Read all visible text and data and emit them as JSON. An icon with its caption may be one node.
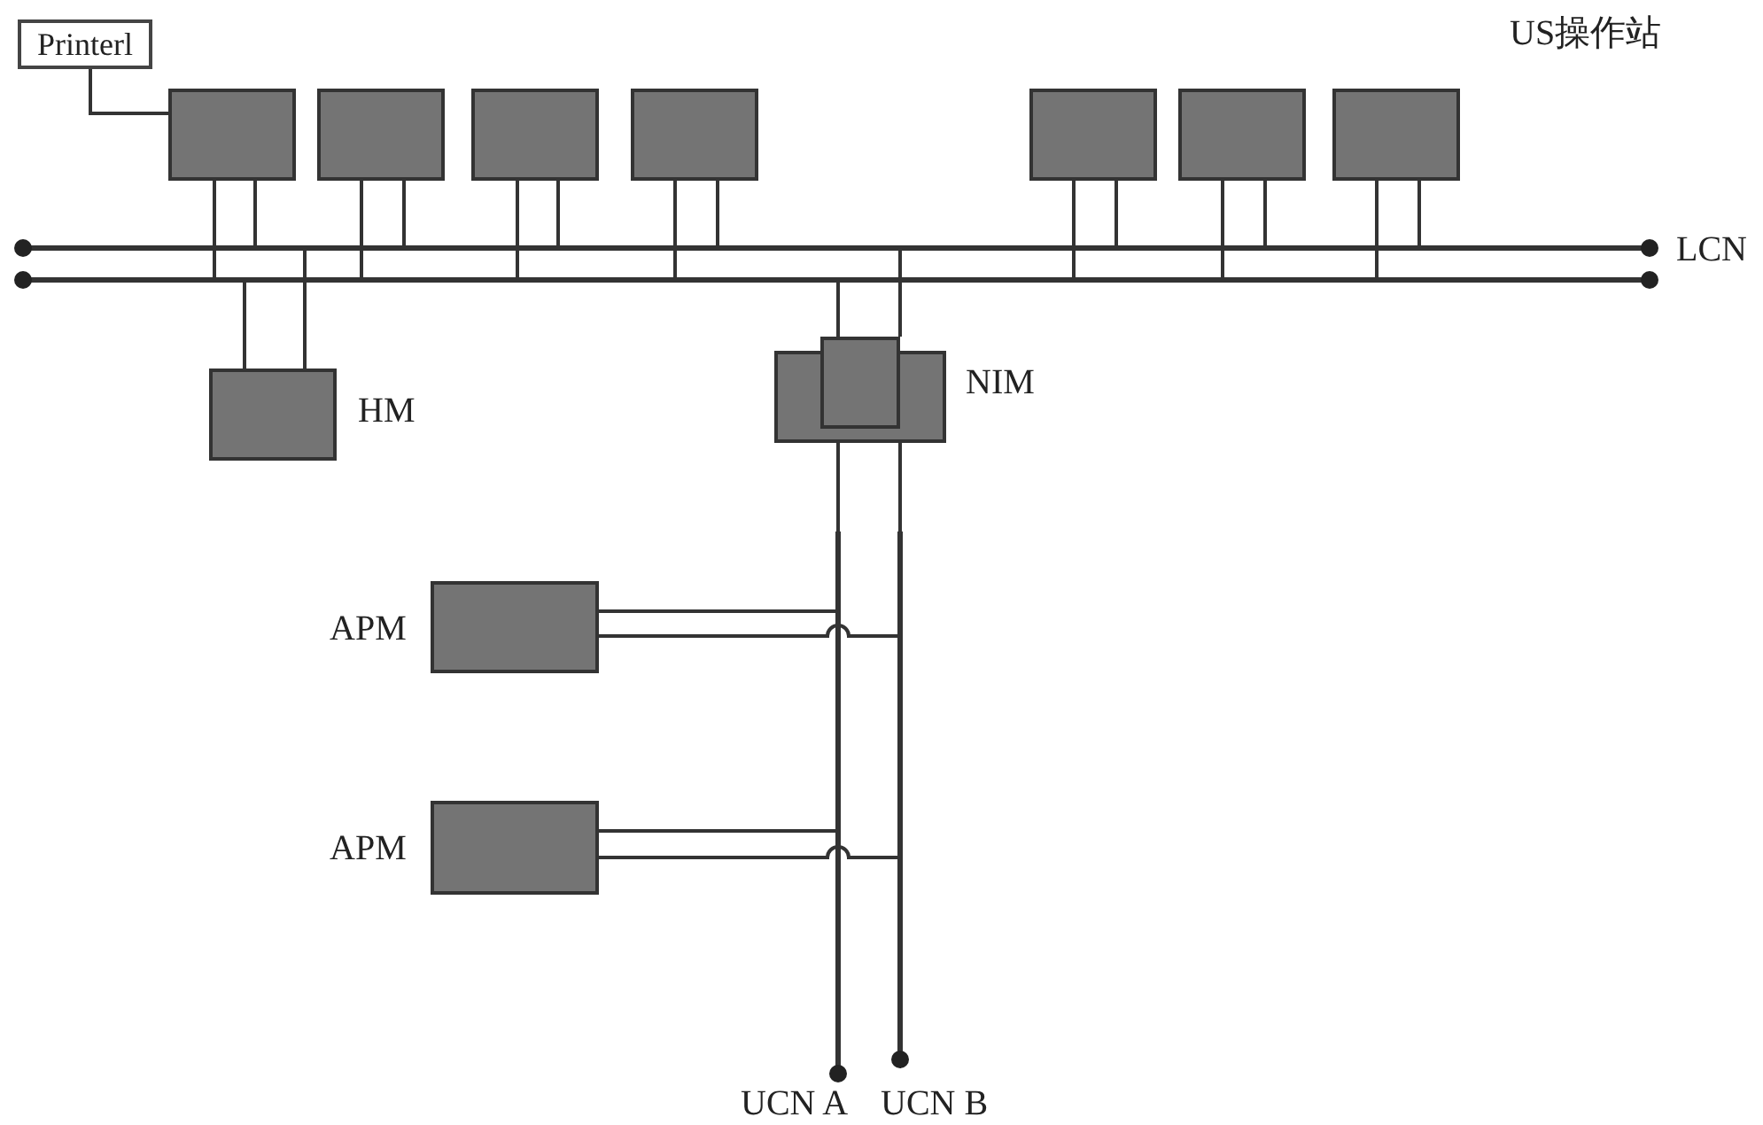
{
  "diagram": {
    "nodes": [
      {
        "text": [
          "Printerl"
        ]
      },
      {
        "text": [],
        "shape": "box"
      },
      {
        "text": [],
        "shape": "box"
      },
      {
        "text": [],
        "shape": "box"
      },
      {
        "text": [],
        "shape": "box"
      },
      {
        "text": [],
        "shape": "box"
      },
      {
        "text": [],
        "shape": "box"
      },
      {
        "text": [],
        "shape": "box"
      },
      {
        "text": [
          "HM"
        ]
      },
      {
        "text": [
          "NIM"
        ]
      },
      {
        "text": [
          "APM"
        ]
      },
      {
        "text": [
          "APM"
        ]
      },
      {
        "text": [],
        "shape": "bar",
        "beside": [
          "LCN"
        ]
      },
      {
        "text": [],
        "shape": "bar"
      },
      {
        "text": [],
        "shape": "bar",
        "beside": [
          "UCN A"
        ]
      },
      {
        "text": [],
        "shape": "bar",
        "beside": [
          "UCN B"
        ]
      }
    ],
    "edges": [
      {
        "from": 0,
        "to": 1,
        "arrow": "none"
      },
      {
        "from": 1,
        "to": 13,
        "arrow": "none"
      },
      {
        "from": 1,
        "to": 12,
        "arrow": "none"
      },
      {
        "from": 2,
        "to": 13,
        "arrow": "none"
      },
      {
        "from": 2,
        "to": 12,
        "arrow": "none"
      },
      {
        "from": 3,
        "to": 13,
        "arrow": "none"
      },
      {
        "from": 3,
        "to": 12,
        "arrow": "none"
      },
      {
        "from": 4,
        "to": 13,
        "arrow": "none"
      },
      {
        "from": 4,
        "to": 12,
        "arrow": "none"
      },
      {
        "from": 5,
        "to": 13,
        "arrow": "none"
      },
      {
        "from": 5,
        "to": 12,
        "arrow": "none"
      },
      {
        "from": 6,
        "to": 13,
        "arrow": "none"
      },
      {
        "from": 6,
        "to": 12,
        "arrow": "none"
      },
      {
        "from": 7,
        "to": 13,
        "arrow": "none"
      },
      {
        "from": 7,
        "to": 12,
        "arrow": "none"
      },
      {
        "from": 8,
        "to": 13,
        "arrow": "none"
      },
      {
        "from": 8,
        "to": 12,
        "arrow": "none"
      },
      {
        "from": 9,
        "to": 13,
        "arrow": "none"
      },
      {
        "from": 9,
        "to": 12,
        "arrow": "none"
      },
      {
        "from": 9,
        "to": 14,
        "arrow": "none"
      },
      {
        "from": 9,
        "to": 15,
        "arrow": "none"
      },
      {
        "from": 10,
        "to": 14,
        "arrow": "none"
      },
      {
        "from": 10,
        "to": 15,
        "arrow": "none"
      },
      {
        "from": 11,
        "to": 14,
        "arrow": "none"
      },
      {
        "from": 11,
        "to": 15,
        "arrow": "none"
      }
    ],
    "labels": [
      "US操作站"
    ]
  }
}
